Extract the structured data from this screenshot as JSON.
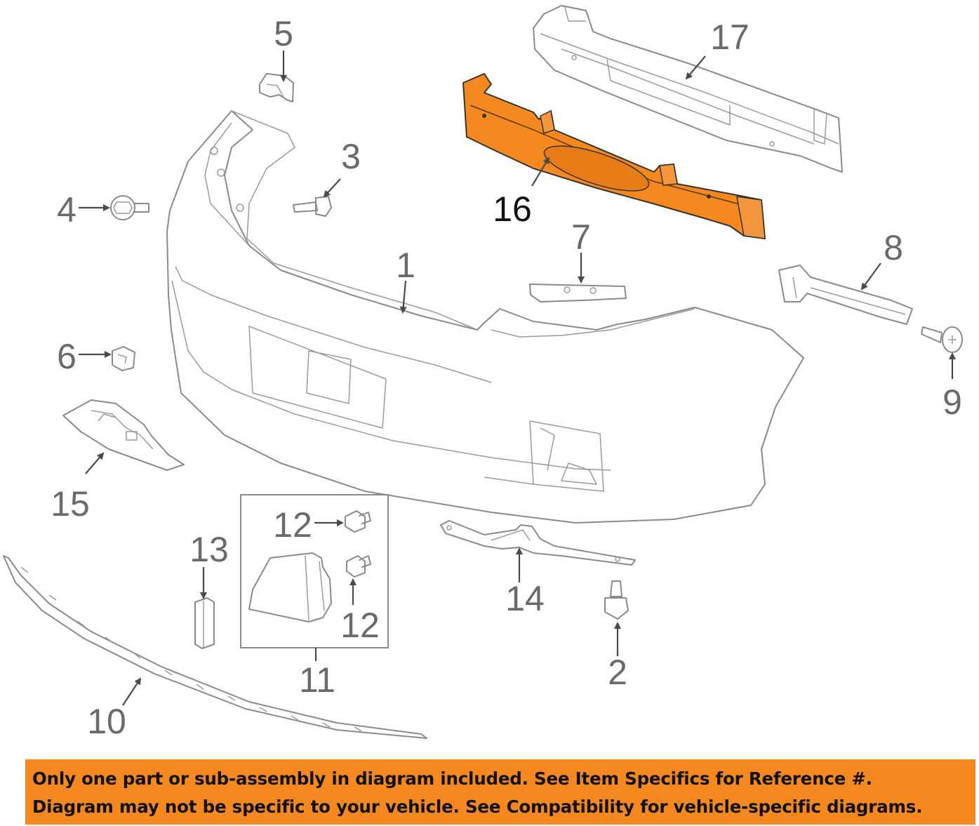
{
  "diagram": {
    "callouts": {
      "c1": "1",
      "c2": "2",
      "c3": "3",
      "c4": "4",
      "c5": "5",
      "c6": "6",
      "c7": "7",
      "c8": "8",
      "c9": "9",
      "c10": "10",
      "c11": "11",
      "c12a": "12",
      "c12b": "12",
      "c13": "13",
      "c14": "14",
      "c15": "15",
      "c16": "16",
      "c17": "17"
    },
    "highlight_color": "#f5891f",
    "highlighted_part": "16"
  },
  "notice": {
    "line1": "Only one part or sub-assembly in diagram included. See Item Specifics for Reference #.",
    "line2": "Diagram may not be specific to your vehicle. See Compatibility for vehicle-specific diagrams."
  }
}
